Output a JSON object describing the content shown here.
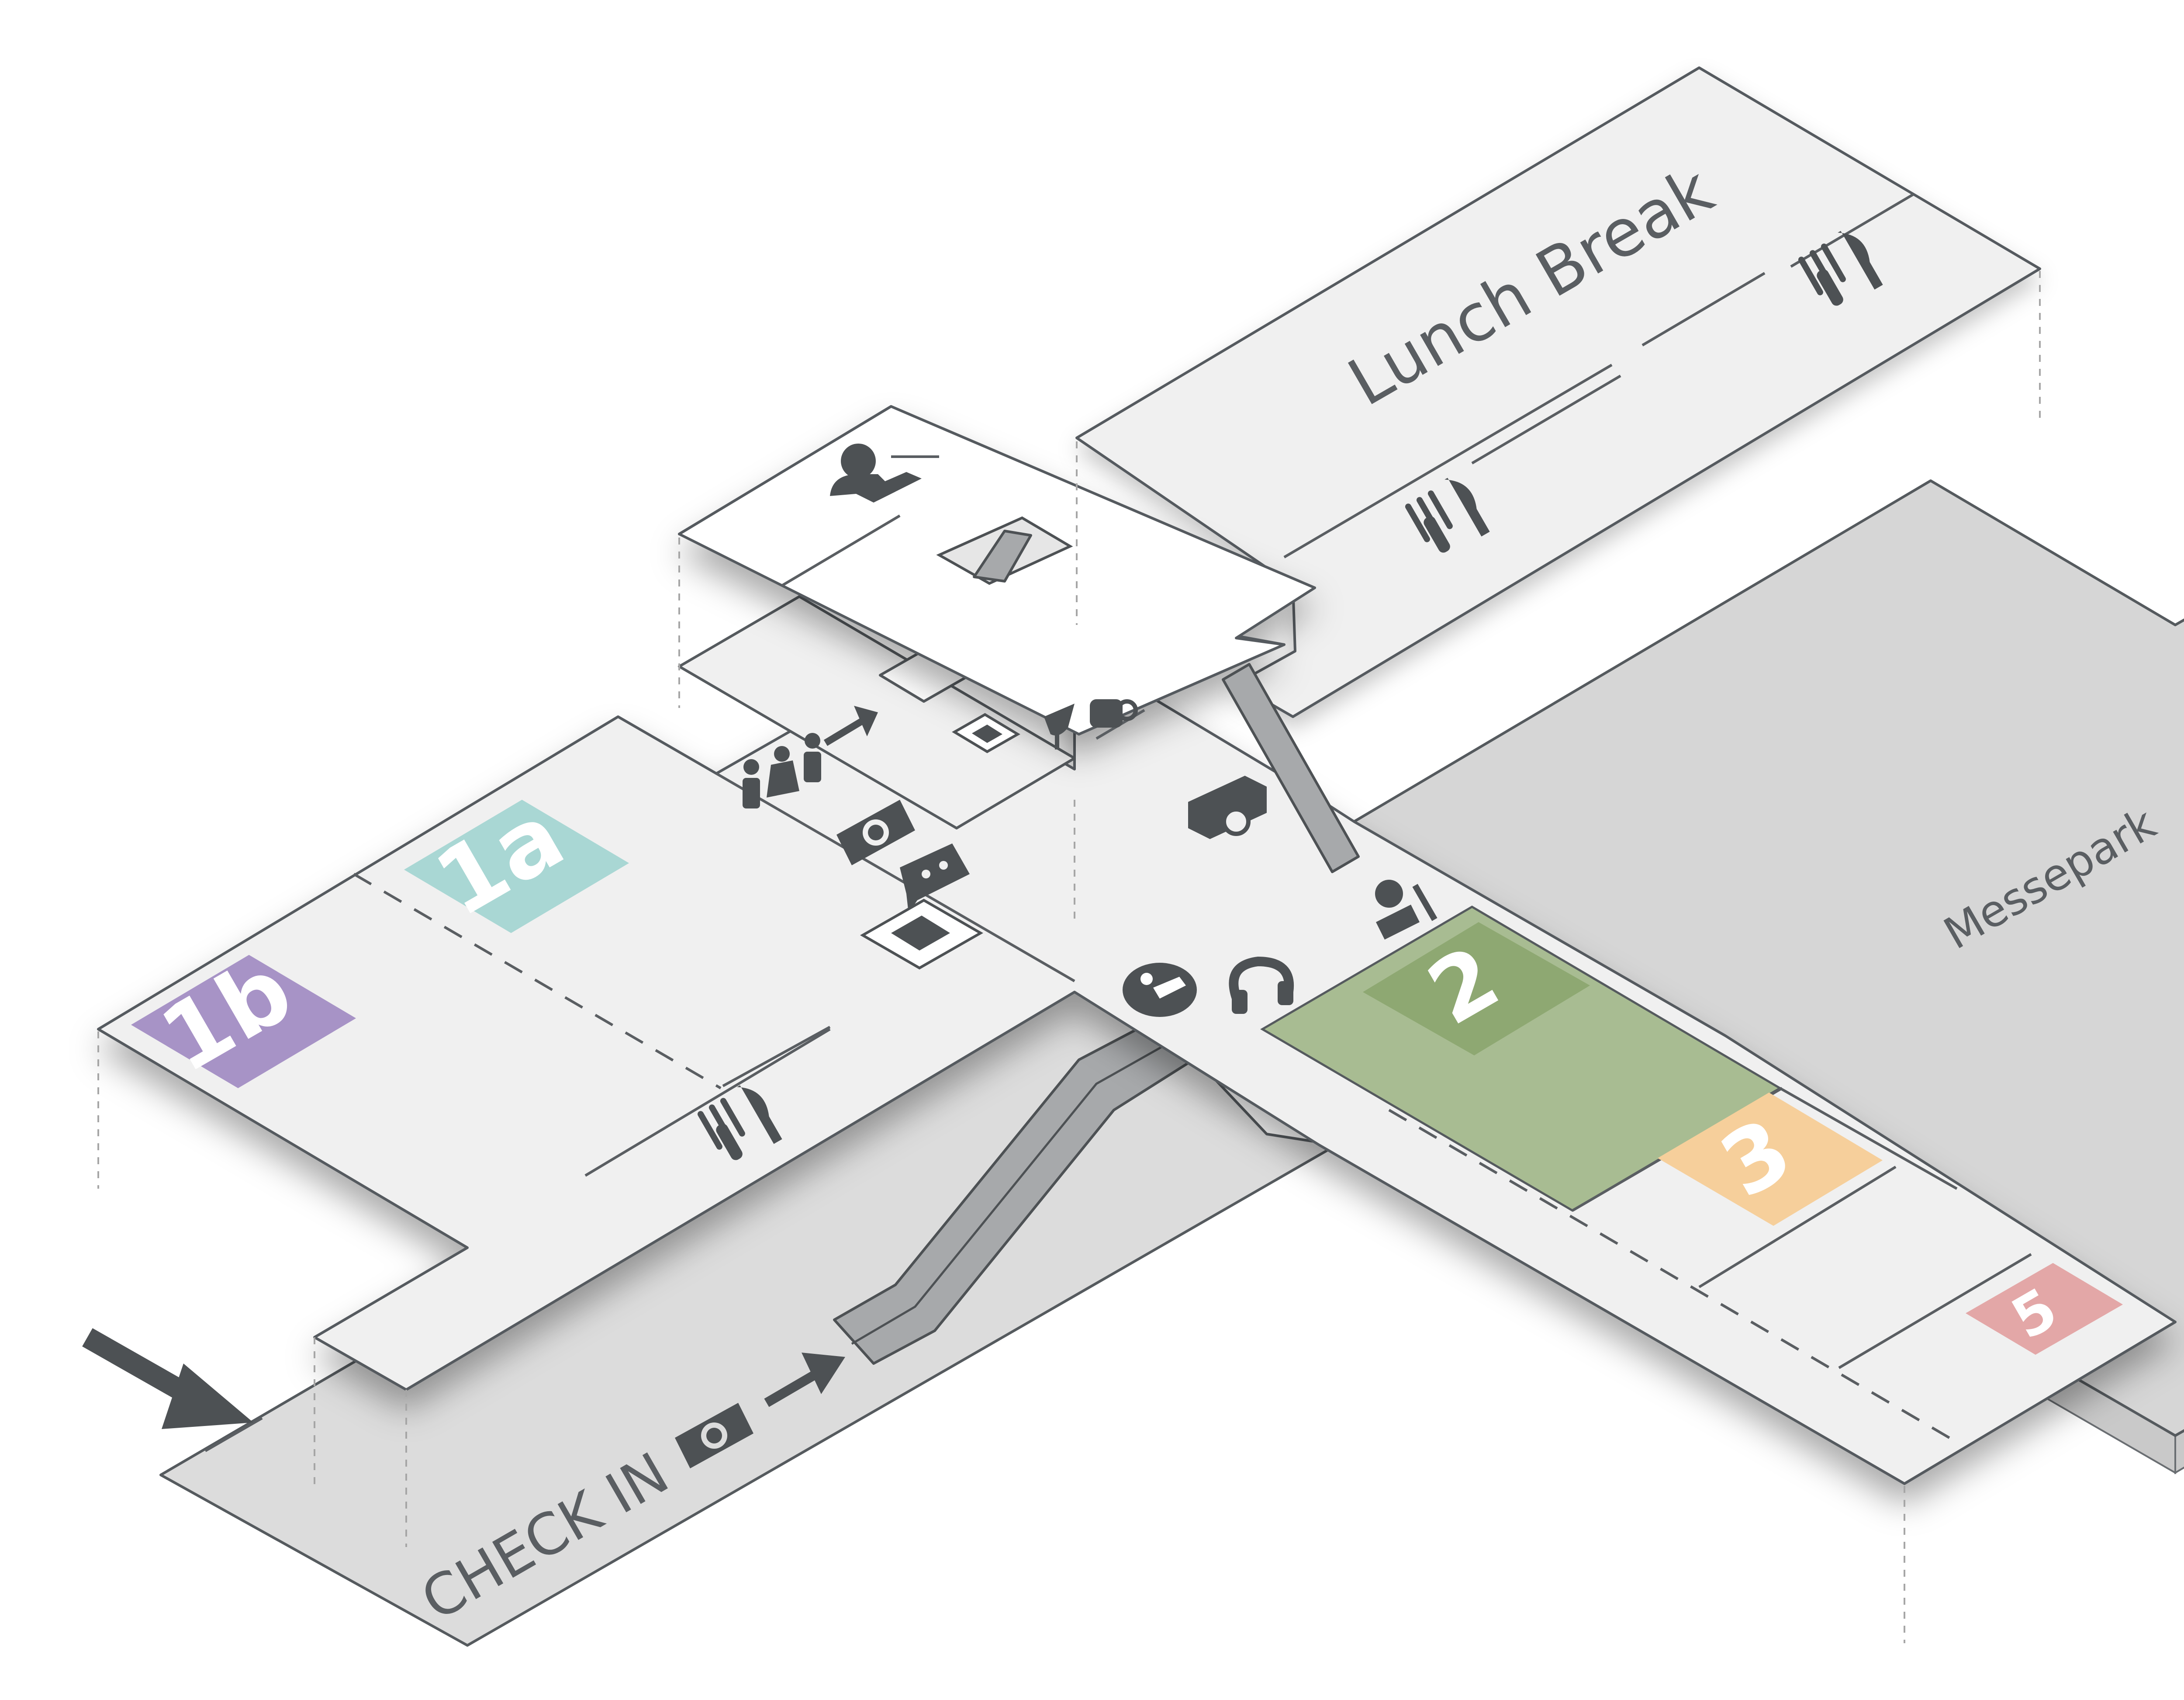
{
  "areas": {
    "lunch_break": "Lunch Break",
    "messepark": "Messepark",
    "check_in": "CHECK IN"
  },
  "rooms": [
    {
      "id": "1a",
      "label": "1a",
      "color": "#a9d7d4"
    },
    {
      "id": "1b",
      "label": "1b",
      "color": "#a793c6"
    },
    {
      "id": "2",
      "label": "2",
      "color": "#8ea872"
    },
    {
      "id": "3",
      "label": "3",
      "color": "#f6cf9b"
    },
    {
      "id": "5",
      "label": "5",
      "color": "#e3a7a7"
    }
  ],
  "colors": {
    "room2_floor": "#a8bc92",
    "floor": "#f0f0f0",
    "ground": "#dcdcdc",
    "outline": "#555a5e",
    "icon": "#4d5154"
  },
  "icons": [
    "restaurant-icon",
    "person-laptop-icon",
    "escalator-icon",
    "wine-coffee-icon",
    "restroom-icon",
    "direction-arrow-icon",
    "camera-icon",
    "speech-bubble-icon",
    "elevator-icon",
    "delivery-vehicle-icon",
    "info-icon",
    "headset-icon",
    "flower-cutlery-icon",
    "entrance-arrow-icon"
  ]
}
